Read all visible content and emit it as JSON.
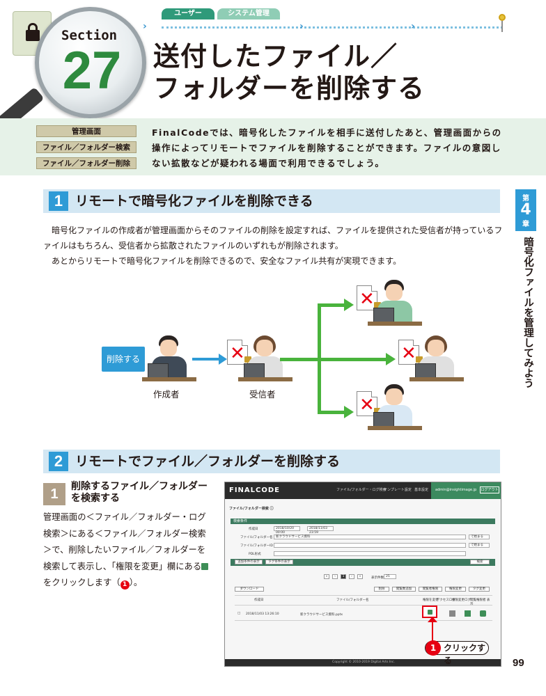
{
  "header": {
    "tabs": [
      "ユーザー",
      "システム管理者"
    ],
    "section_label": "Section",
    "section_number": "27",
    "title_line1": "送付したファイル／",
    "title_line2": "フォルダーを削除する"
  },
  "intro": {
    "keywords": [
      "管理画面",
      "ファイル／フォルダー検索",
      "ファイル／フォルダー削除"
    ],
    "text": "FinalCodeでは、暗号化したファイルを相手に送付したあと、管理画面からの操作によってリモートでファイルを削除することができます。ファイルの意図しない拡散などが疑われる場面で利用できるでしょう。"
  },
  "side_tab": {
    "prefix": "第",
    "number": "4",
    "suffix": "章",
    "chapter_title": "暗号化ファイルを管理してみよう"
  },
  "section1": {
    "number": "1",
    "title": "リモートで暗号化ファイルを削除できる",
    "para1": "暗号化ファイルの作成者が管理画面からそのファイルの削除を設定すれば、ファイルを提供された受信者が持っているファイルはもちろん、受信者から拡散されたファイルのいずれもが削除されます。",
    "para2": "あとからリモートで暗号化ファイルを削除できるので、安全なファイル共有が実現できます。"
  },
  "diagram": {
    "action_label": "削除する",
    "creator_label": "作成者",
    "receiver_label": "受信者"
  },
  "section2": {
    "number": "2",
    "title": "リモートでファイル／フォルダーを削除する"
  },
  "step1": {
    "number": "1",
    "title": "削除するファイル／フォルダーを検索する",
    "body_before": "管理画面の＜ファイル／フォルダー・ログ検索＞にある＜ファイル／フォルダー検索＞で、削除したいファイル／フォルダーを検索して表示し、「権限を変更」欄にある",
    "body_after": "をクリックします（",
    "body_end": "）。",
    "marker": "1"
  },
  "screenshot": {
    "logo": "FINALCODE",
    "nav": [
      "ファイル/フォルダー・ログ検索",
      "テンプレート設定",
      "基本設定"
    ],
    "user": "admin@insightimage.jp",
    "logout": "ログアウト",
    "panel_title": "ファイル/フォルダー検索 ⓘ",
    "conditions_title": "検索条件",
    "row_labels": [
      "作成日",
      "ファイル/フォルダー名",
      "ファイル/フォルダーID",
      "PDL形式"
    ],
    "date_from": "2018/10/20 00:00",
    "date_to": "2018/11/03 23:59",
    "name_value": "新クラウドサービス資料",
    "match_label": "で始まる",
    "detail_buttons": [
      "追加条件の表示",
      "タグ条件の表示"
    ],
    "search_button": "検索",
    "page_label": "表示件数",
    "page_size": "25",
    "current_page": "1",
    "download_button": "ダウンロード",
    "action_buttons": [
      "削除",
      "閲覧数追加",
      "閲覧者権限",
      "権限変更",
      "タグ変更"
    ],
    "col_headers": [
      "作成日",
      "ファイル/フォルダー名",
      "権限を変更",
      "アクセスログ",
      "権限変更ログ",
      "閲覧権限者 表示"
    ],
    "row_date": "2018/11/03 13:26:10",
    "row_file": "新クラウドサービス資料.pptx",
    "footer": "Copyright © 2010-2019 Digital Arts Inc."
  },
  "callout": {
    "marker": "1",
    "text": "クリックする"
  },
  "page_number": "99"
}
